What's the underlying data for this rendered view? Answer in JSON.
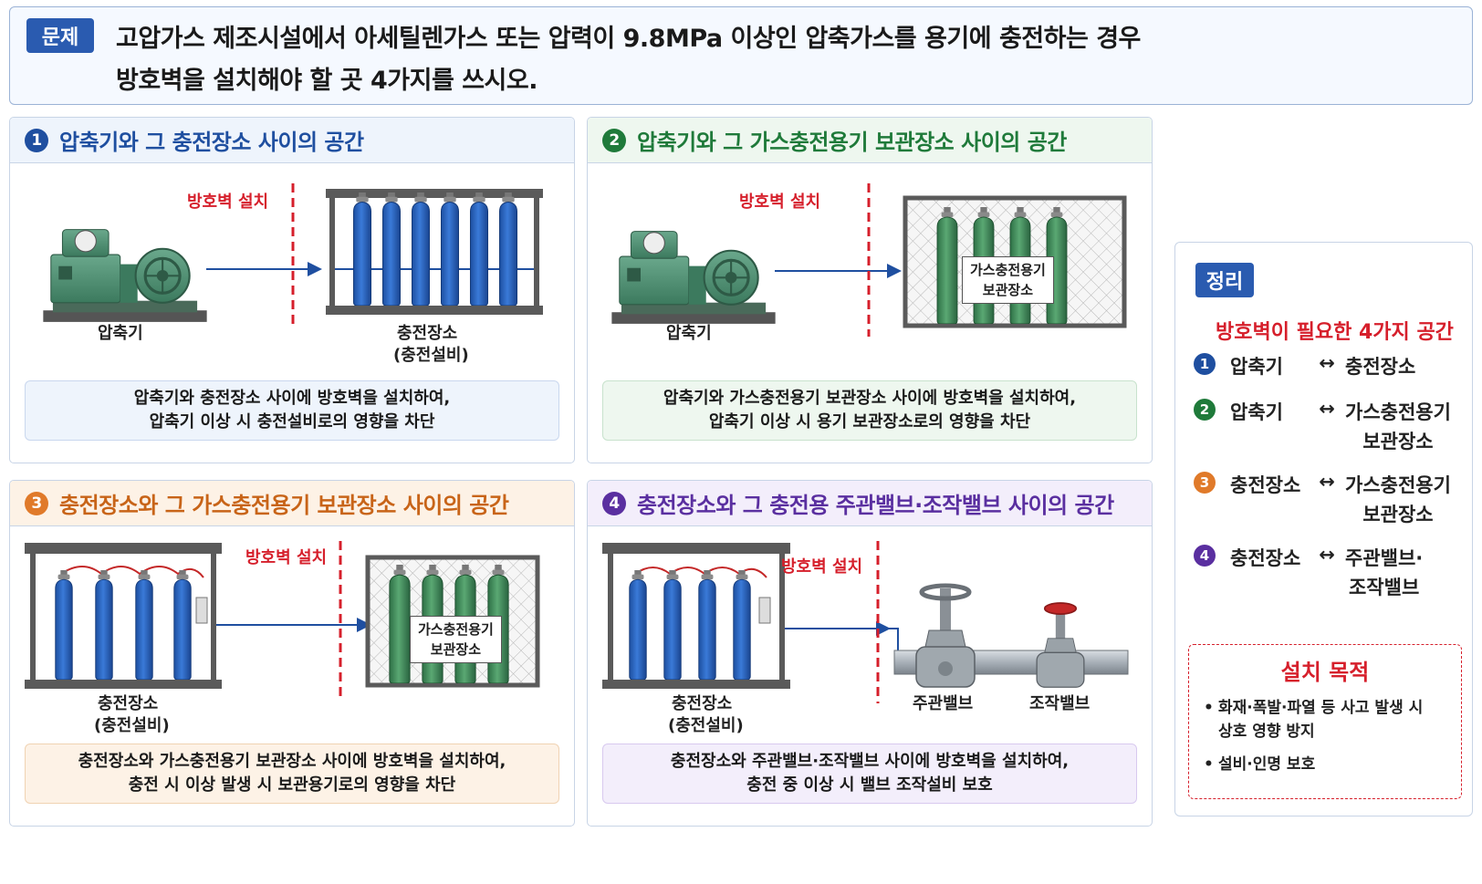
{
  "question": {
    "badge": "문제",
    "line1": "고압가스 제조시설에서 아세틸렌가스 또는 압력이 9.8MPa 이상인 압축가스를 용기에 충전하는 경우",
    "line2": "방호벽을 설치해야 할 곳 4가지를 쓰시오."
  },
  "panels": [
    {
      "num": "1",
      "title": "압축기와 그 충전장소 사이의 공간",
      "wall_label": "방호벽 설치",
      "left_label": "압축기",
      "right_label_1": "충전장소",
      "right_label_2": "(충전설비)",
      "desc_1": "압축기와 충전장소 사이에 방호벽을 설치하여,",
      "desc_2": "압축기 이상 시 충전설비로의 영향을 차단"
    },
    {
      "num": "2",
      "title": "압축기와 그 가스충전용기 보관장소 사이의 공간",
      "wall_label": "방호벽 설치",
      "left_label": "압축기",
      "box_label_1": "가스충전용기",
      "box_label_2": "보관장소",
      "desc_1": "압축기와 가스충전용기 보관장소 사이에 방호벽을 설치하여,",
      "desc_2": "압축기 이상 시 용기 보관장소로의 영향을 차단"
    },
    {
      "num": "3",
      "title": "충전장소와 그 가스충전용기 보관장소 사이의 공간",
      "wall_label": "방호벽 설치",
      "left_label_1": "충전장소",
      "left_label_2": "(충전설비)",
      "box_label_1": "가스충전용기",
      "box_label_2": "보관장소",
      "desc_1": "충전장소와 가스충전용기 보관장소 사이에 방호벽을 설치하여,",
      "desc_2": "충전 시 이상 발생 시 보관용기로의 영향을 차단"
    },
    {
      "num": "4",
      "title": "충전장소와 그 충전용 주관밸브·조작밸브 사이의 공간",
      "wall_label": "방호벽 설치",
      "left_label_1": "충전장소",
      "left_label_2": "(충전설비)",
      "valve1_label": "주관밸브",
      "valve2_label": "조작밸브",
      "desc_1": "충전장소와 주관밸브·조작밸브 사이에 방호벽을 설치하여,",
      "desc_2": "충전 중 이상 시 밸브 조작설비 보호"
    }
  ],
  "summary": {
    "badge": "정리",
    "subtitle": "방호벽이 필요한 4가지 공간",
    "arrow": "↔",
    "items": [
      {
        "num": "1",
        "a": "압축기",
        "b1": "충전장소",
        "b2": ""
      },
      {
        "num": "2",
        "a": "압축기",
        "b1": "가스충전용기",
        "b2": "보관장소"
      },
      {
        "num": "3",
        "a": "충전장소",
        "b1": "가스충전용기",
        "b2": "보관장소"
      },
      {
        "num": "4",
        "a": "충전장소",
        "b1": "주관밸브·",
        "b2": "조작밸브"
      }
    ],
    "purpose": {
      "title": "설치 목적",
      "bullet": "•",
      "line1a": "화재·폭발·파열 등 사고 발생 시",
      "line1b": "상호 영향 방지",
      "line2": "설비·인명 보호"
    }
  },
  "colors": {
    "primary": "#2a5bb0",
    "blue_title": "#1f4fa0",
    "green_title": "#1f7a3a",
    "orange_title": "#c86418",
    "purple_title": "#5a2fa0",
    "wall_red": "#d61f2b",
    "cylinder_blue": "#2a66c4",
    "cylinder_green": "#3f8f5a",
    "machine_green": "#4a8f72"
  }
}
